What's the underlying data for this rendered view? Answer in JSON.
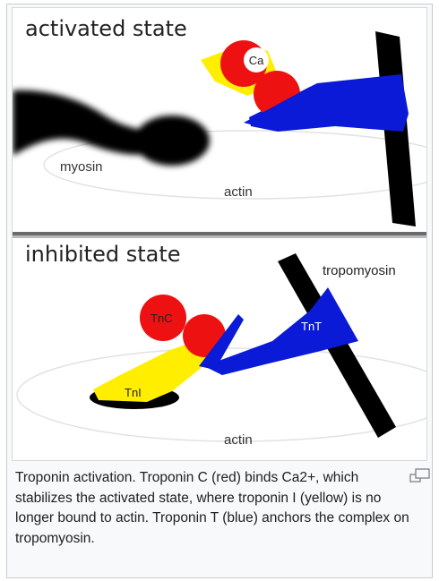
{
  "figure": {
    "activated_title": "activated state",
    "inhibited_title": "inhibited state",
    "labels": {
      "ca": "Ca",
      "myosin": "myosin",
      "actin_top": "actin",
      "tropomyosin": "tropomyosin",
      "tnc": "TnC",
      "tnt": "TnT",
      "tni": "TnI",
      "actin_bottom": "actin"
    },
    "colors": {
      "troponin_c": "#ee1111",
      "troponin_i": "#ffee00",
      "troponin_t": "#0a1ad6",
      "tropomyosin": "#000000",
      "myosin": "#000000",
      "divider": "#666666"
    }
  },
  "caption": {
    "text": "Troponin activation. Troponin C (red) binds Ca2+, which stabilizes the activated state, where troponin I (yellow) is no longer bound to actin. Troponin T (blue) anchors the complex on tropomyosin.",
    "enlarge_icon": "magnify-icon"
  }
}
